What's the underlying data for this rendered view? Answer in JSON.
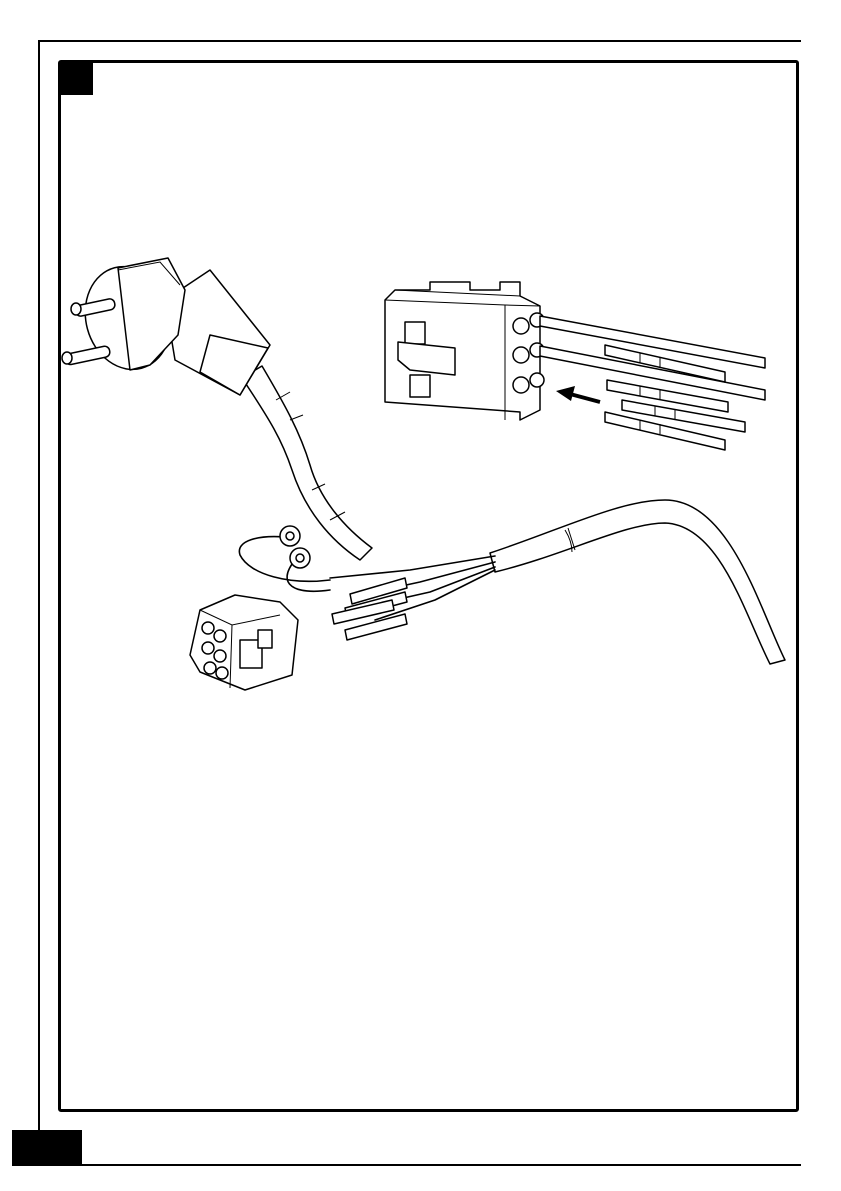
{
  "page": {
    "step_marker_text": "",
    "page_tab_text": ""
  },
  "figure": {
    "items": [
      "plug-with-cable",
      "loose-connector-with-pins",
      "assembled-harness",
      "insert-direction-arrow"
    ]
  },
  "colors": {
    "line": "#000000",
    "background": "#ffffff"
  }
}
